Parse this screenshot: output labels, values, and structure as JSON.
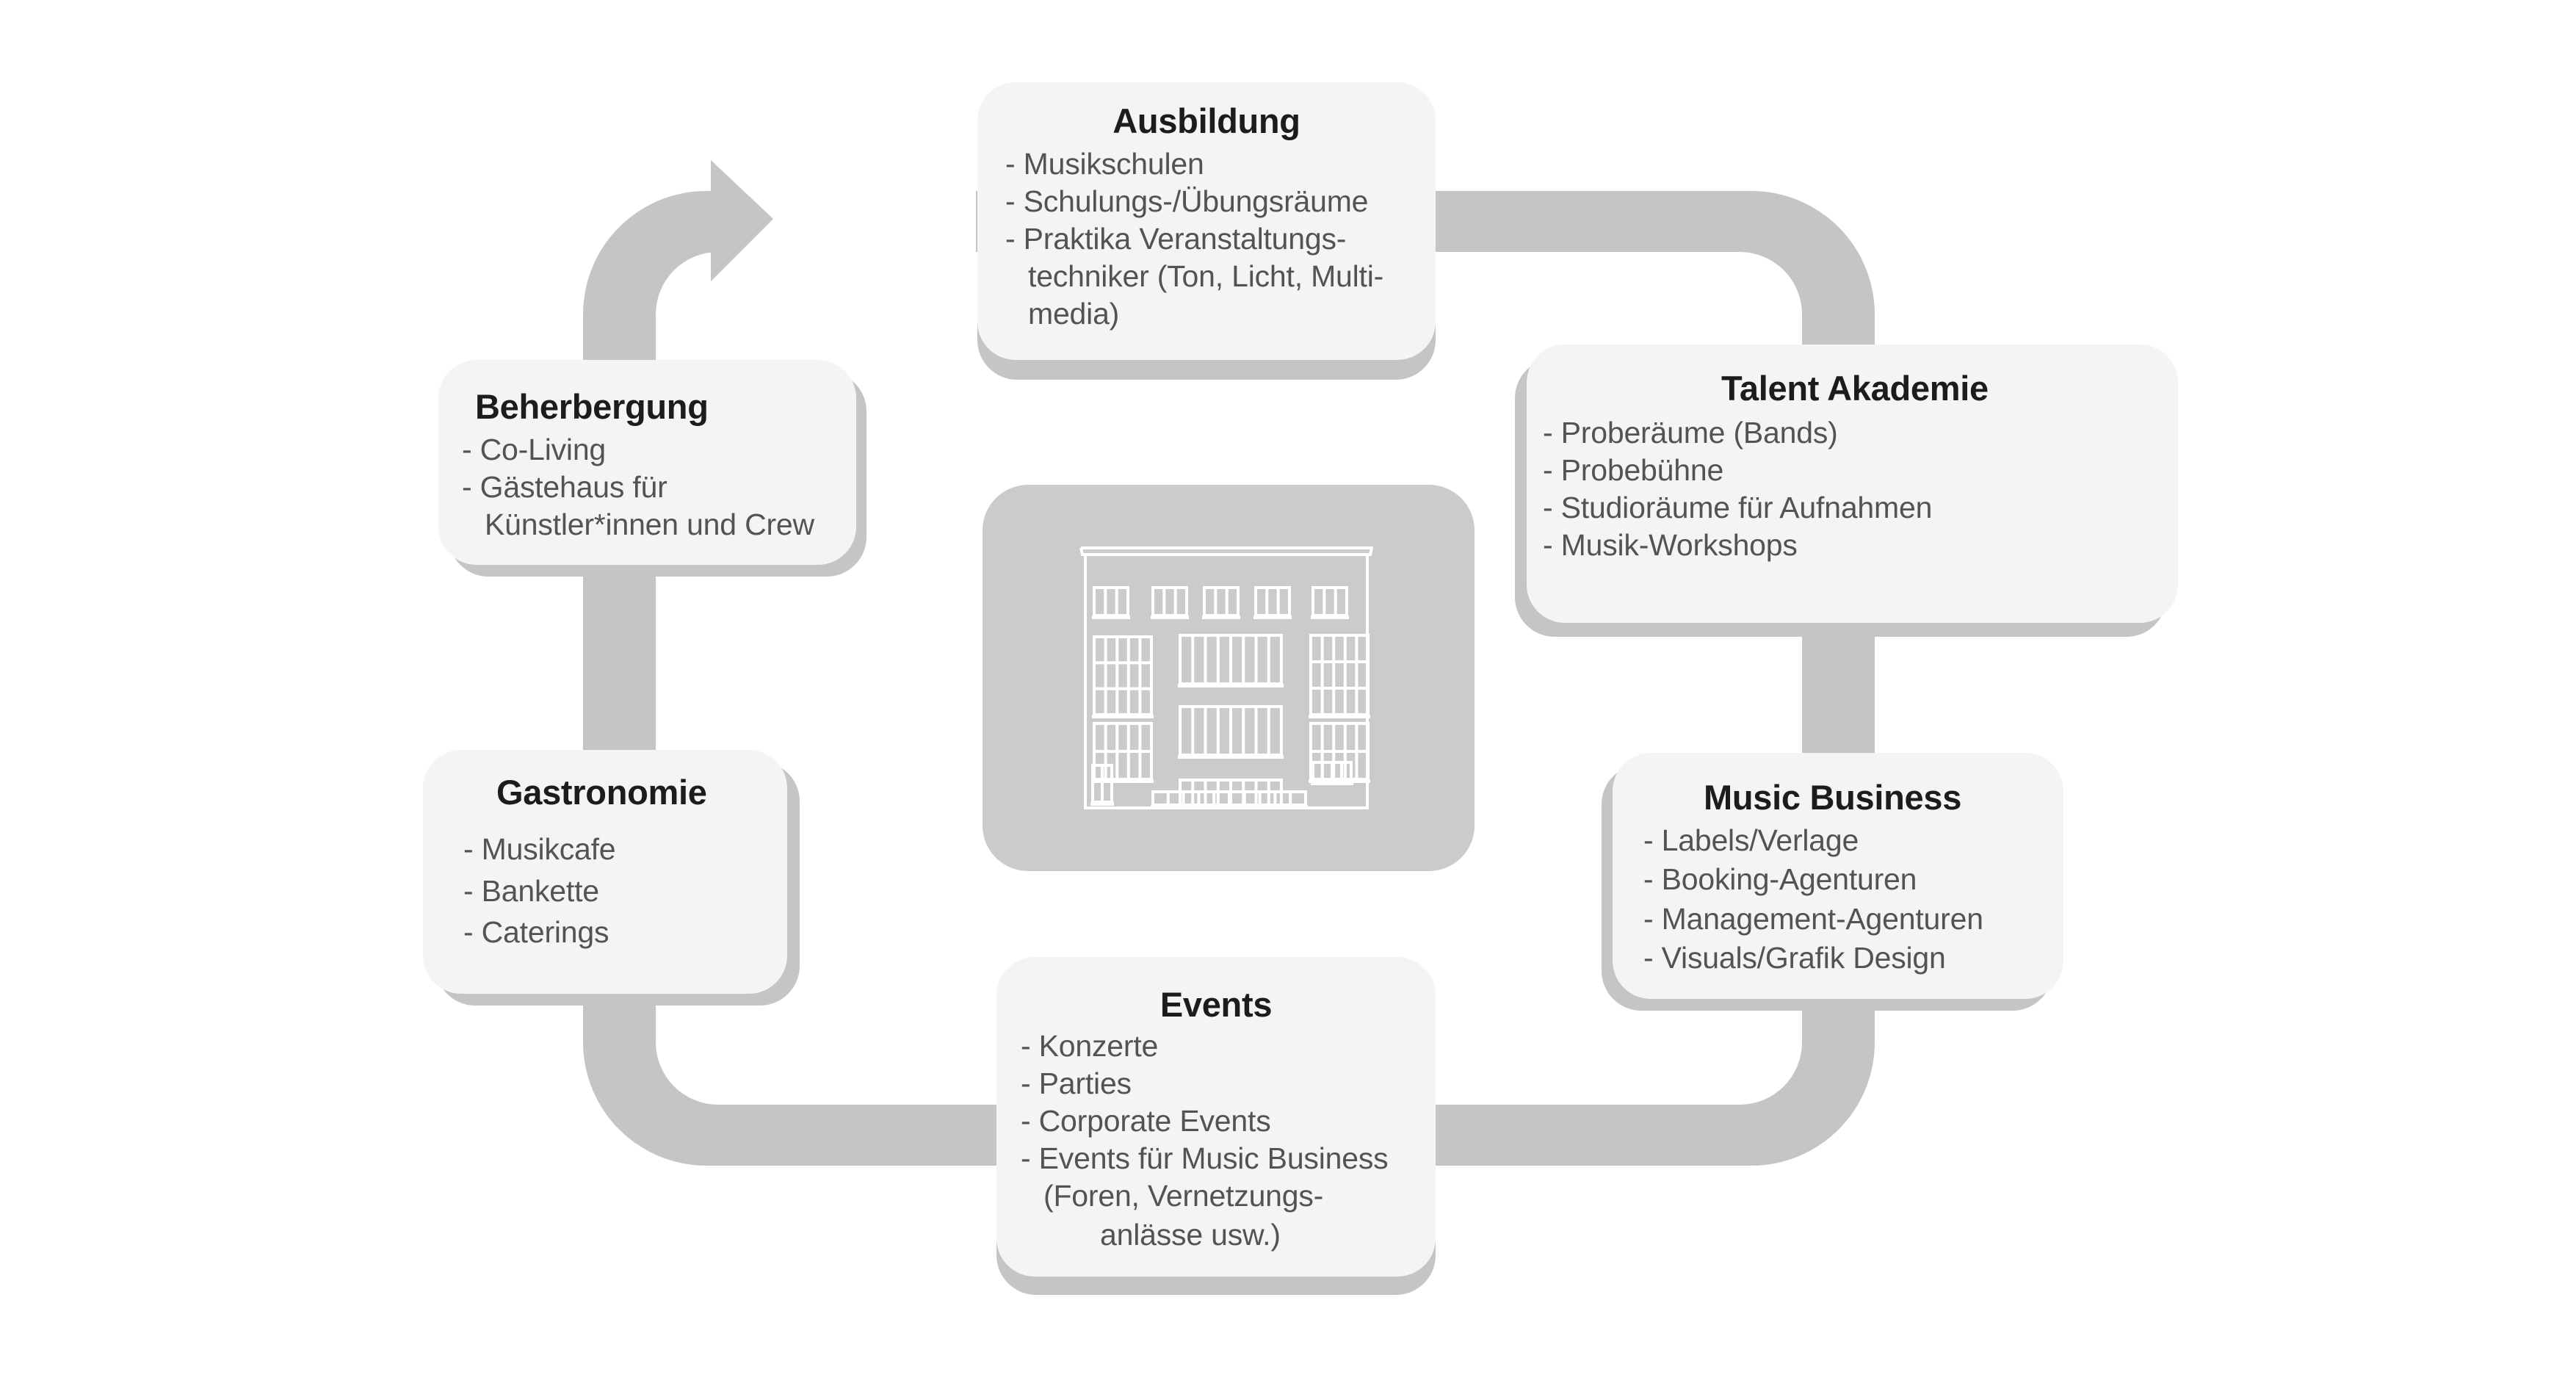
{
  "diagram": {
    "center": {
      "icon": "building-icon",
      "label": ""
    },
    "cycle_direction_icon": "curved-arrow-right-icon",
    "colors": {
      "loop": "#c5c5c5",
      "card": "#f4f4f4",
      "card_shadow": "#c5c5c5",
      "center_box": "#cbcbc9",
      "title_text": "#1c1c1c",
      "body_text": "#535353"
    },
    "cards": {
      "ausbildung": {
        "title": "Ausbildung",
        "items": [
          "- Musikschulen",
          "- Schulungs-/Übungsräume",
          "- Praktika Veranstaltungs-",
          "techniker (Ton, Licht, Multi-",
          "media)"
        ]
      },
      "talent_akademie": {
        "title": "Talent Akademie",
        "items": [
          "- Proberäume (Bands)",
          "- Probebühne",
          "- Studioräume für Aufnahmen",
          "- Musik-Workshops"
        ]
      },
      "music_business": {
        "title": "Music Business",
        "items": [
          "- Labels/Verlage",
          "- Booking-Agenturen",
          "- Management-Agenturen",
          "- Visuals/Grafik Design"
        ]
      },
      "events": {
        "title": "Events",
        "items": [
          "- Konzerte",
          "- Parties",
          "- Corporate Events",
          "- Events für Music Business",
          "(Foren, Vernetzungs-",
          "anlässe usw.)"
        ]
      },
      "gastronomie": {
        "title": "Gastronomie",
        "items": [
          "- Musikcafe",
          "- Bankette",
          "- Caterings"
        ]
      },
      "beherbergung": {
        "title": "Beherbergung",
        "items": [
          "- Co-Living",
          "- Gästehaus für",
          "Künstler*innen und Crew"
        ]
      }
    }
  }
}
